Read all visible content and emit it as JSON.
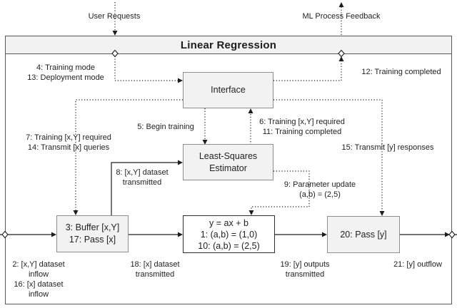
{
  "title": "Linear Regression",
  "external": {
    "user_requests": "User Requests",
    "ml_process_feedback": "ML Process Feedback"
  },
  "nodes": {
    "interface": {
      "label": "Interface"
    },
    "estimator": {
      "line1": "Least-Squares",
      "line2": "Estimator"
    },
    "buffer": {
      "line1": "3: Buffer [x,Y]",
      "line2": "17: Pass [x]"
    },
    "model": {
      "line1": "y = ax + b",
      "line2": "1: (a,b) = (1,0)",
      "line3": "10: (a,b) = (2,5)"
    },
    "pass_y": {
      "label": "20: Pass [y]"
    }
  },
  "edge_labels": {
    "mode": {
      "line1": "4: Training mode",
      "line2": "13: Deployment mode"
    },
    "training_required_left": {
      "line1": "7: Training [x,Y] required",
      "line2": "14: Transmit [x] queries"
    },
    "begin_training": {
      "line1": "5: Begin training"
    },
    "training_required_right": {
      "line1": "6: Training [x,Y] required",
      "line2": "11: Training completed"
    },
    "training_completed": {
      "line1": "12: Training completed"
    },
    "transmit_y_responses": {
      "line1": "15: Transmit [y] responses"
    },
    "xy_dataset_transmitted": {
      "line1": "8: [x,Y] dataset",
      "line2": "transmitted"
    },
    "parameter_update": {
      "line1": "9: Parameter update",
      "line2": "(a,b) = (2,5)"
    },
    "dataset_inflow": {
      "line1": "2: [x,Y] dataset",
      "line2": "inflow",
      "line3": "16: [x] dataset",
      "line4": "inflow"
    },
    "x_dataset_transmitted": {
      "line1": "18: [x] dataset",
      "line2": "transmitted"
    },
    "y_outputs_transmitted": {
      "line1": "19: [y] outputs",
      "line2": "transmitted"
    },
    "y_outflow": {
      "line1": "21: [y] outflow"
    }
  },
  "colors": {
    "node_fill": "#f2f2f2",
    "node_border": "#8f8f8f",
    "model_border": "#2e2e2e",
    "frame_border": "#5a5a5a",
    "line": "#1e1e1e"
  }
}
